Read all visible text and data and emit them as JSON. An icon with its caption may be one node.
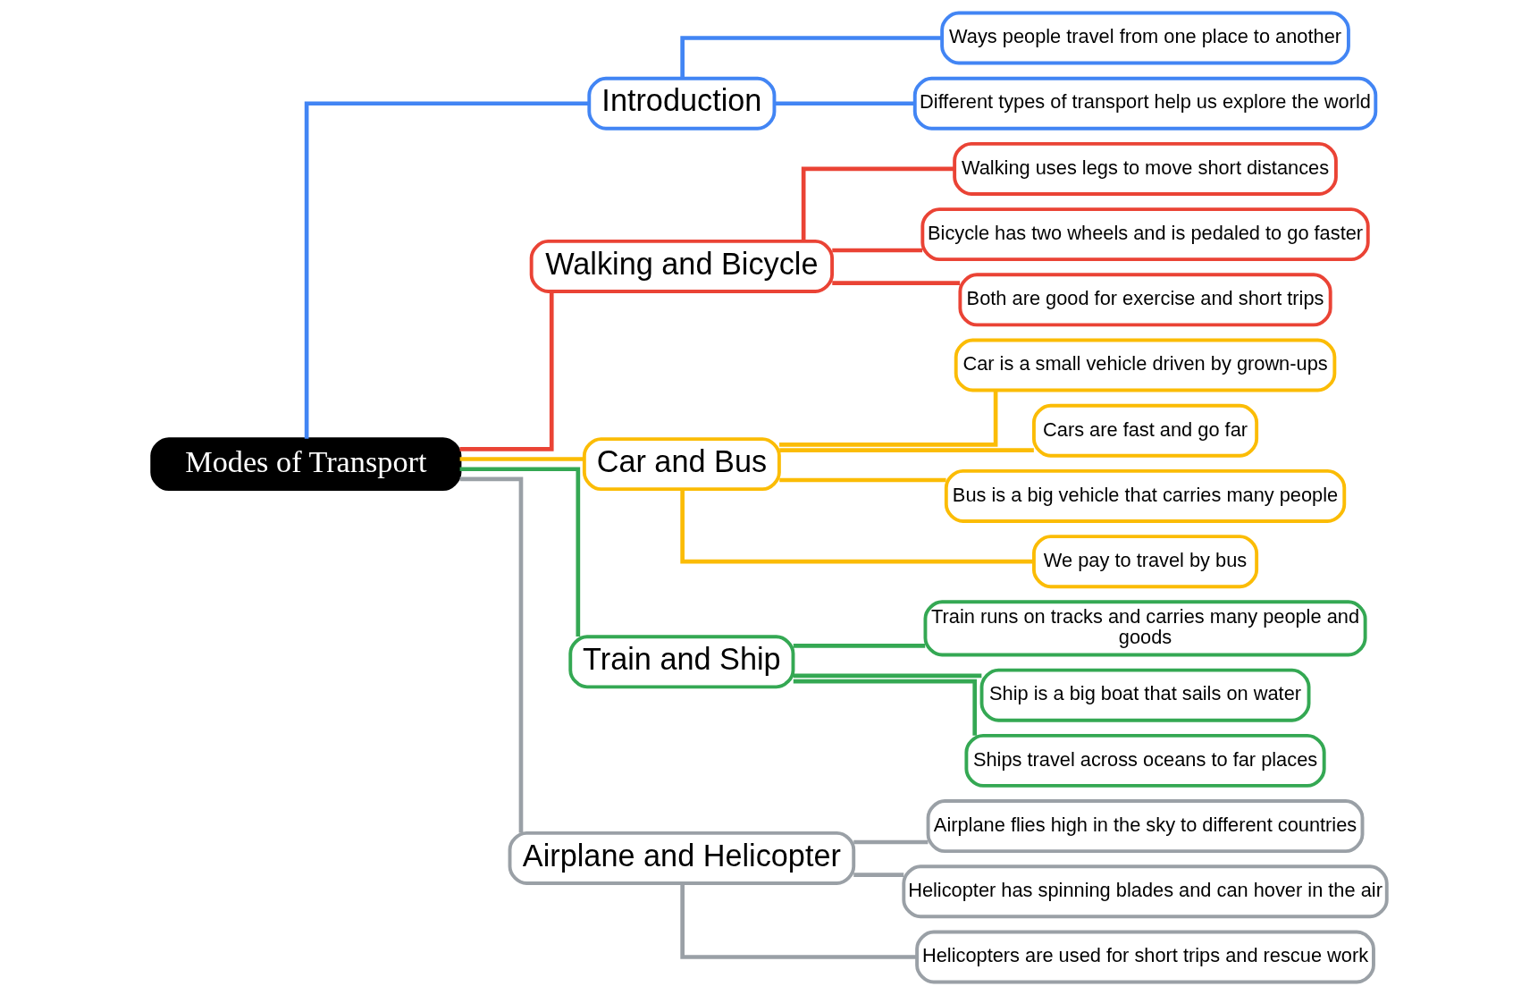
{
  "diagram": {
    "nodes": [
      {
        "text": [
          "Modes of Transport"
        ]
      },
      {
        "text": [
          "Introduction"
        ]
      },
      {
        "text": [
          "Ways people travel from one place to another"
        ]
      },
      {
        "text": [
          "Different types of transport help us explore the world"
        ]
      },
      {
        "text": [
          "Walking and Bicycle"
        ]
      },
      {
        "text": [
          "Walking uses legs to move short distances"
        ]
      },
      {
        "text": [
          "Bicycle has two wheels and is pedaled to go faster"
        ]
      },
      {
        "text": [
          "Both are good for exercise and short trips"
        ]
      },
      {
        "text": [
          "Car and Bus"
        ]
      },
      {
        "text": [
          "Car is a small vehicle driven by grown-ups"
        ]
      },
      {
        "text": [
          "Cars are fast and go far"
        ]
      },
      {
        "text": [
          "Bus is a big vehicle that carries many people"
        ]
      },
      {
        "text": [
          "We pay to travel by bus"
        ]
      },
      {
        "text": [
          "Train and Ship"
        ]
      },
      {
        "text": [
          "Train runs on tracks and carries many people and goods"
        ]
      },
      {
        "text": [
          "Ship is a big boat that sails on water"
        ]
      },
      {
        "text": [
          "Ships travel across oceans to far places"
        ]
      },
      {
        "text": [
          "Airplane and Helicopter"
        ]
      },
      {
        "text": [
          "Airplane flies high in the sky to different countries"
        ]
      },
      {
        "text": [
          "Helicopter has spinning blades and can hover in the air"
        ]
      },
      {
        "text": [
          "Helicopters are used for short trips and rescue work"
        ]
      }
    ],
    "edges": [
      {
        "from": 0,
        "to": 1,
        "arrow": "none",
        "color": "#4285f4"
      },
      {
        "from": 1,
        "to": 2,
        "arrow": "none",
        "color": "#4285f4"
      },
      {
        "from": 1,
        "to": 3,
        "arrow": "none",
        "color": "#4285f4"
      },
      {
        "from": 0,
        "to": 4,
        "arrow": "none",
        "color": "#ea4335"
      },
      {
        "from": 4,
        "to": 5,
        "arrow": "none",
        "color": "#ea4335"
      },
      {
        "from": 4,
        "to": 6,
        "arrow": "none",
        "color": "#ea4335"
      },
      {
        "from": 4,
        "to": 7,
        "arrow": "none",
        "color": "#ea4335"
      },
      {
        "from": 0,
        "to": 8,
        "arrow": "none",
        "color": "#fbbc05"
      },
      {
        "from": 8,
        "to": 9,
        "arrow": "none",
        "color": "#fbbc05"
      },
      {
        "from": 8,
        "to": 10,
        "arrow": "none",
        "color": "#fbbc05"
      },
      {
        "from": 8,
        "to": 11,
        "arrow": "none",
        "color": "#fbbc05"
      },
      {
        "from": 8,
        "to": 12,
        "arrow": "none",
        "color": "#fbbc05"
      },
      {
        "from": 0,
        "to": 13,
        "arrow": "none",
        "color": "#34a853"
      },
      {
        "from": 13,
        "to": 14,
        "arrow": "none",
        "color": "#34a853"
      },
      {
        "from": 13,
        "to": 15,
        "arrow": "none",
        "color": "#34a853"
      },
      {
        "from": 13,
        "to": 16,
        "arrow": "none",
        "color": "#34a853"
      },
      {
        "from": 0,
        "to": 17,
        "arrow": "none",
        "color": "#9aa0a6"
      },
      {
        "from": 17,
        "to": 18,
        "arrow": "none",
        "color": "#9aa0a6"
      },
      {
        "from": 17,
        "to": 19,
        "arrow": "none",
        "color": "#9aa0a6"
      },
      {
        "from": 17,
        "to": 20,
        "arrow": "none",
        "color": "#9aa0a6"
      }
    ]
  }
}
